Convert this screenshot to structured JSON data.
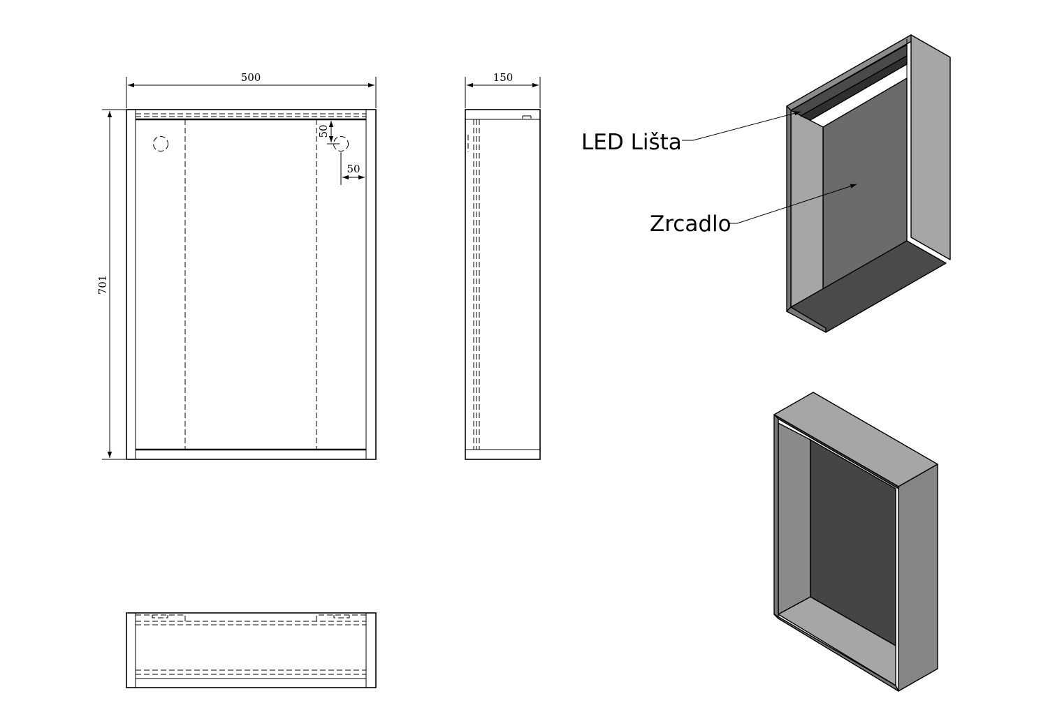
{
  "dimensions": {
    "width": "500",
    "depth": "150",
    "height": "701",
    "hole_offset_top": "50",
    "hole_offset_side": "50"
  },
  "labels": {
    "led": "LED Lišta",
    "mirror": "Zrcadlo"
  },
  "colors": {
    "line": "#000000",
    "side_face": "#a6a6a6",
    "mirror_face": "#6b6b6b",
    "bottom_face": "#4a4a4a",
    "edge_face": "#777777",
    "back_face": "#454545",
    "rear_side_face": "#8a8a8a"
  }
}
